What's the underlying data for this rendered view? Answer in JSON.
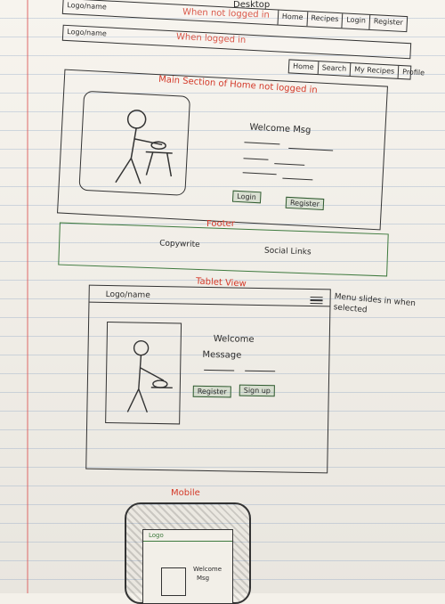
{
  "titles": {
    "desktop": "Desktop",
    "not_logged": "When not logged in",
    "logged": "When logged in",
    "main_section": "Main Section of Home not logged in",
    "footer": "Footer",
    "tablet": "Tablet View",
    "menu_note": "Menu slides in when selected",
    "mobile": "Mobile"
  },
  "nav_not_logged": {
    "logo": "Logo/name",
    "items": [
      "Home",
      "Recipes",
      "Login",
      "Register"
    ]
  },
  "nav_logged": {
    "logo": "Logo/name",
    "items": [
      "Home",
      "Search",
      "My Recipes",
      "Profile"
    ]
  },
  "main": {
    "welcome": "Welcome Msg",
    "login_btn": "Login",
    "register_btn": "Register"
  },
  "footer": {
    "copyright": "Copywrite",
    "social": "Social Links"
  },
  "tablet": {
    "logo": "Logo/name",
    "welcome_line1": "Welcome",
    "welcome_line2": "Message",
    "register_btn": "Register",
    "signup_btn": "Sign up"
  },
  "mobile": {
    "logo": "Logo",
    "welcome_line1": "Welcome",
    "welcome_line2": "Msg"
  }
}
